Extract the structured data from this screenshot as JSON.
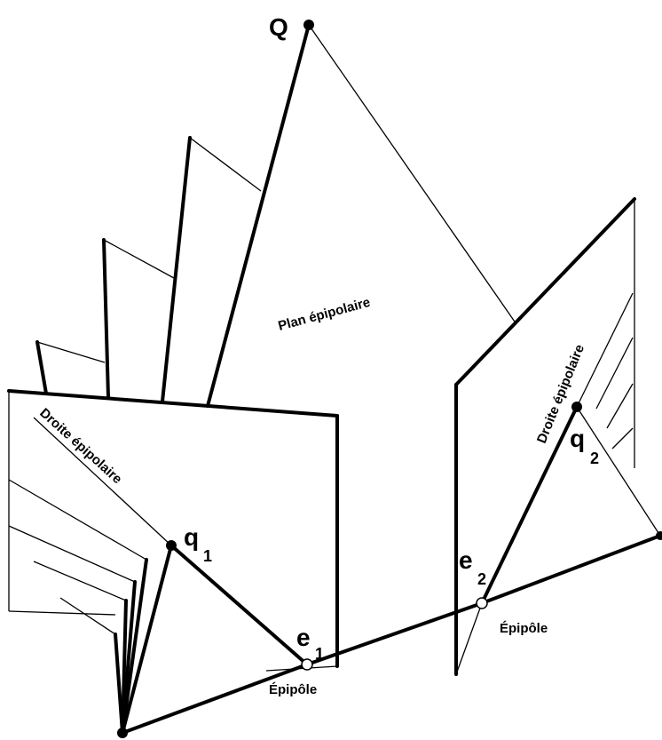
{
  "labels": {
    "point_Q": "Q",
    "point_q": "q",
    "sub_1": "1",
    "sub_2": "2",
    "point_e": "e",
    "epipolar_plane": "Plan épipolaire",
    "epipolar_line_left": "Droite épipolaire",
    "epipolar_line_right": "Droite épipolaire",
    "epipole_left": "Épipôle",
    "epipole_right": "Épipôle"
  },
  "colors": {
    "ink": "#000000",
    "paper": "#ffffff"
  }
}
